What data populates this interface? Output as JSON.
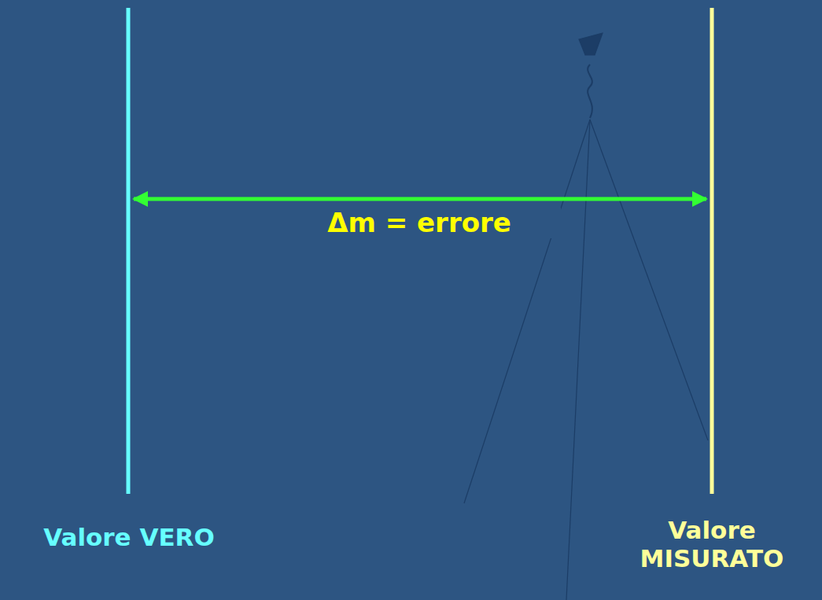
{
  "diagram": {
    "labels": [
      "Δm = errore",
      "Valore VERO",
      "Valore MISURATO"
    ]
  }
}
